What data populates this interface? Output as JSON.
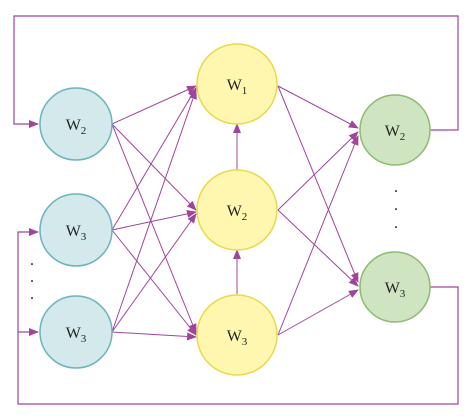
{
  "colors": {
    "edge": "#a0449c",
    "feedback": "#a0449c",
    "input_fill": "#d3e9ec",
    "input_stroke": "#6bb3bd",
    "hidden_fill": "#fff6b0",
    "hidden_stroke": "#e9d94a",
    "output_fill": "#cfe4c0",
    "output_stroke": "#8dbb6f"
  },
  "nodes": {
    "input_top": {
      "base": "W",
      "sub": "2"
    },
    "input_middle": {
      "base": "W",
      "sub": "3"
    },
    "input_bottom": {
      "base": "W",
      "sub": "3"
    },
    "hidden_top": {
      "base": "W",
      "sub": "1"
    },
    "hidden_middle": {
      "base": "W",
      "sub": "2"
    },
    "hidden_bottom": {
      "base": "W",
      "sub": "3"
    },
    "output_top": {
      "base": "W",
      "sub": "2"
    },
    "output_bottom": {
      "base": "W",
      "sub": "3"
    }
  },
  "ellipsis": {
    "input": ". . .",
    "output": ". . ."
  }
}
